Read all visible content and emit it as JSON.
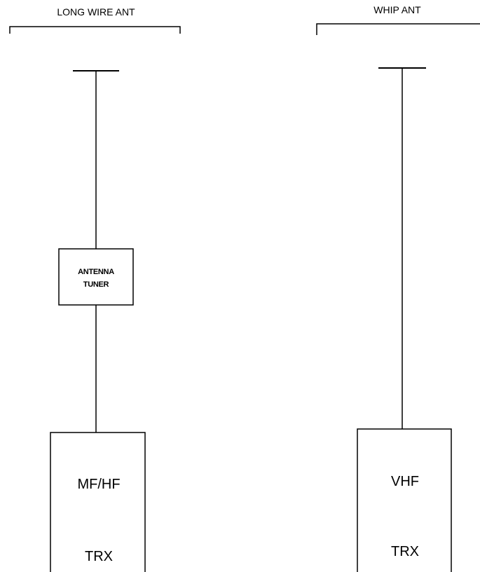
{
  "diagram": {
    "left_antenna": {
      "label": "LONG WIRE ANT",
      "tuner_line1": "ANTENNA",
      "tuner_line2": "TUNER",
      "radio_top": "MF/HF",
      "radio_bottom": "TRX"
    },
    "right_antenna": {
      "label": "WHIP ANT",
      "radio_top": "VHF",
      "radio_bottom": "TRX"
    }
  }
}
